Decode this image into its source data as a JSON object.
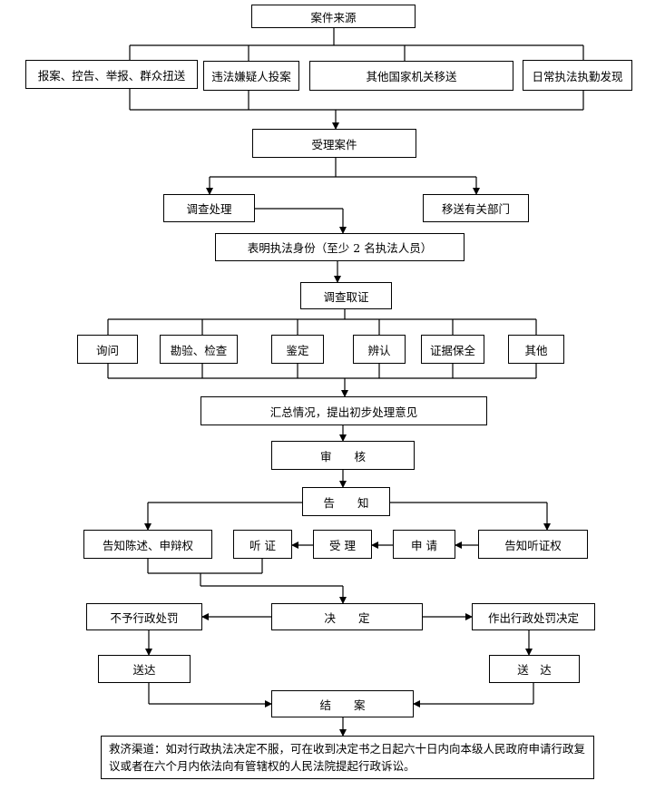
{
  "flow": {
    "case_source": "案件来源",
    "sources": [
      "报案、控告、举报、群众扭送",
      "违法嫌疑人投案",
      "其他国家机关移送",
      "日常执法执勤发现"
    ],
    "accept_case": "受理案件",
    "investigate_handle": "调查处理",
    "transfer_department": "移送有关部门",
    "show_identity": "表明执法身份（至少 2 名执法人员）",
    "investigate_evidence": "调查取证",
    "evidence_methods": [
      "询问",
      "勘验、检查",
      "鉴定",
      "辨认",
      "证据保全",
      "其他"
    ],
    "summarize": "汇总情况，提出初步处理意见",
    "review": "审　　核",
    "notify": "告　　知",
    "notify_statement": "告知陈述、申辩权",
    "hearing": "听 证",
    "accept": "受 理",
    "apply": "申 请",
    "notify_hearing": "告知听证权",
    "no_penalty": "不予行政处罚",
    "decision": "决　　定",
    "make_penalty": "作出行政处罚决定",
    "deliver_left": "送达",
    "deliver_right": "送　达",
    "close_case": "结　　案",
    "remedy": "救济渠道：如对行政执法决定不服，可在收到决定书之日起六十日内向本级人民政府申请行政复议或者在六个月内依法向有管辖权的人民法院提起行政诉讼。"
  }
}
